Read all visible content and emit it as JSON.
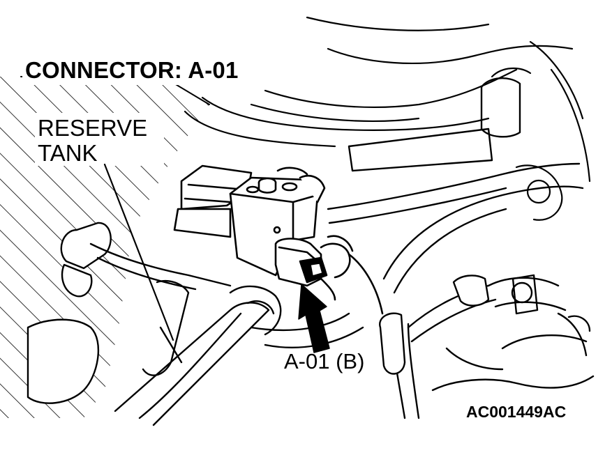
{
  "diagram": {
    "title": "CONNECTOR: A-01",
    "reserve_tank_label_line1": "RESERVE",
    "reserve_tank_label_line2": "TANK",
    "connector_label": "A-01 (B)",
    "figure_code": "AC001449AC"
  },
  "colors": {
    "ink": "#000000",
    "background": "#ffffff"
  }
}
